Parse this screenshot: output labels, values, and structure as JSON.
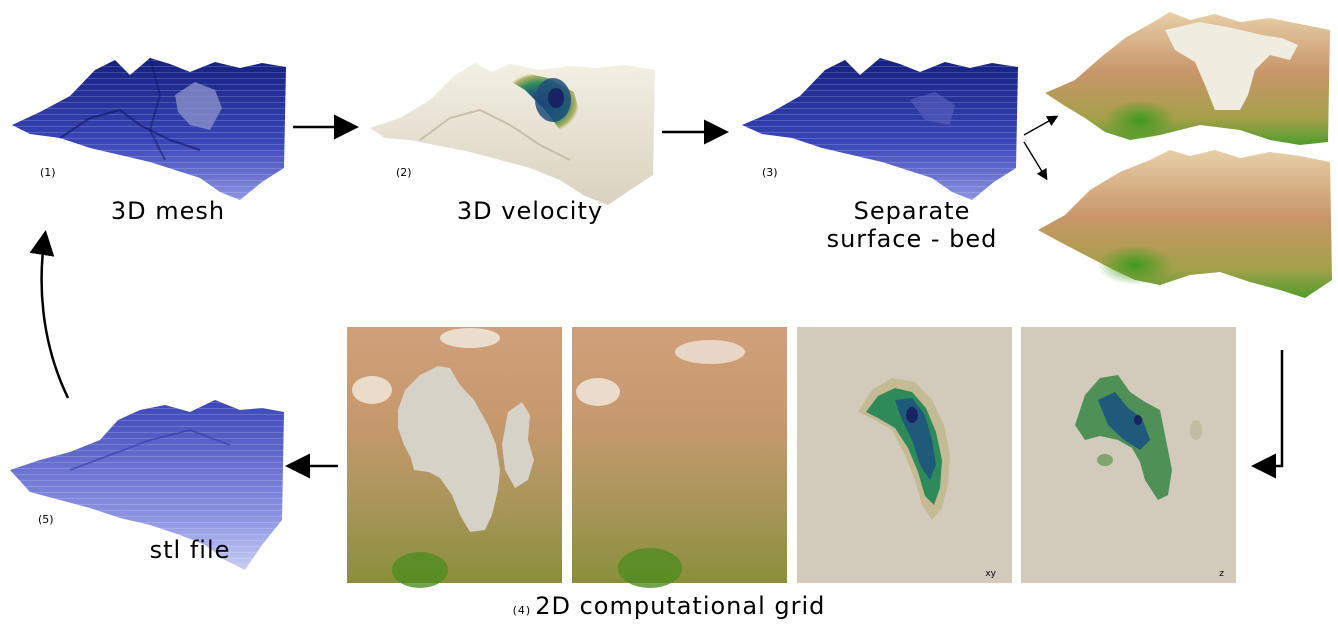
{
  "steps": {
    "mesh3d": {
      "num": "(1)",
      "label": "3D mesh"
    },
    "velocity3d": {
      "num": "(2)",
      "label": "3D velocity"
    },
    "separate": {
      "num": "(3)",
      "label_line1": "Separate",
      "label_line2": "surface - bed"
    },
    "grid2d": {
      "num": "(4)",
      "label": "2D computational grid"
    },
    "stl": {
      "num": "(5)",
      "label": "stl file"
    }
  },
  "panel_tags": {
    "xy": "xy",
    "z": "z"
  },
  "colors": {
    "mesh_blue": "#1f2a9a",
    "mesh_light_blue": "#6a74d8",
    "cream": "#ece6d6",
    "terrain_tan": "#c9a06a",
    "terrain_green": "#4a9a2a",
    "velocity_dark": "#1e3a7a",
    "velocity_green": "#2f8a5a",
    "panel_bg": "#d2cabb"
  }
}
